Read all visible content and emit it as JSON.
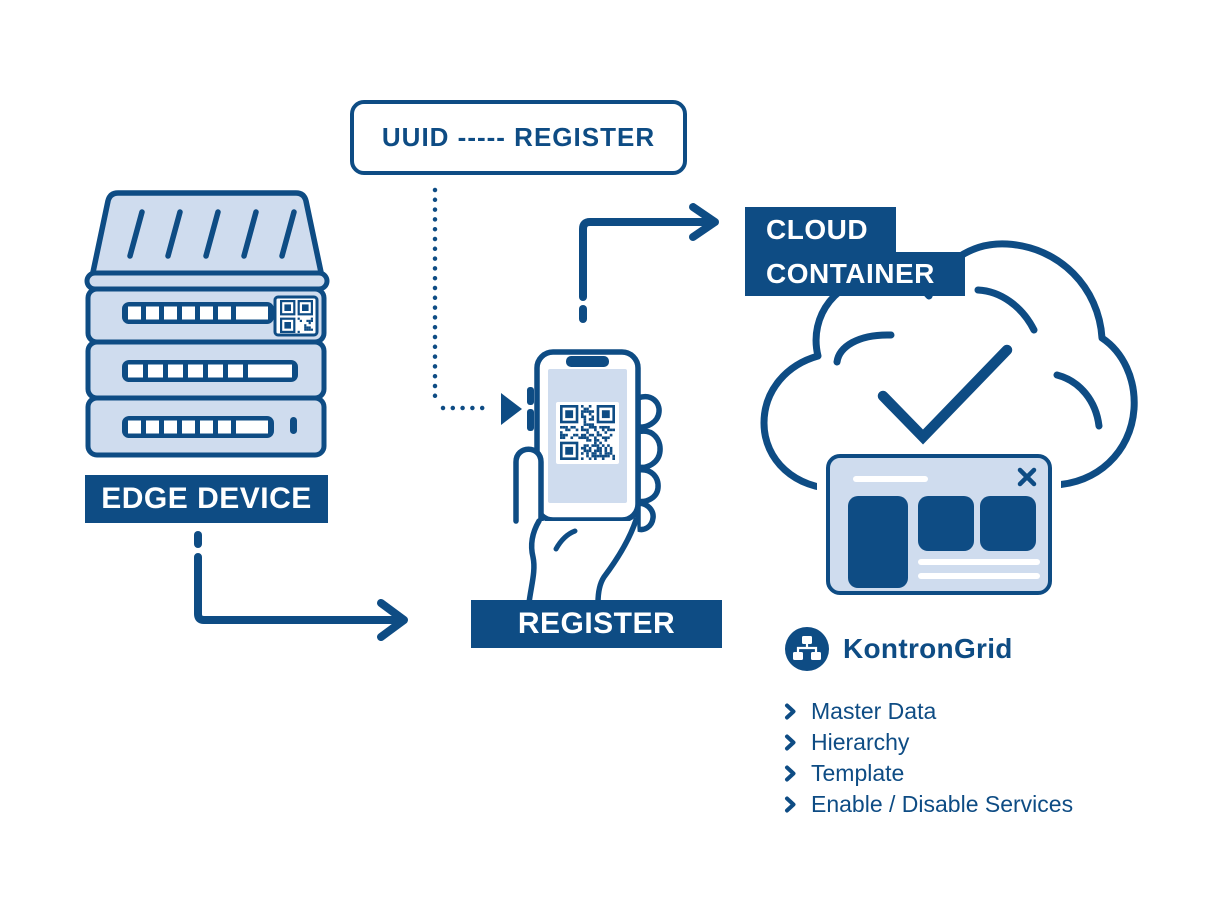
{
  "colors": {
    "primary_blue": "#0e4c84",
    "light_blue_fill": "#cfdcee",
    "white": "#ffffff"
  },
  "uuid_box": {
    "label": "UUID ----- REGISTER"
  },
  "edge_device": {
    "label": "EDGE DEVICE"
  },
  "register": {
    "label": "REGISTER"
  },
  "cloud_container": {
    "line1": "CLOUD",
    "line2": "CONTAINER"
  },
  "brand": {
    "name": "KontronGrid"
  },
  "features": {
    "items": [
      {
        "label": "Master Data"
      },
      {
        "label": "Hierarchy"
      },
      {
        "label": "Template"
      },
      {
        "label": "Enable / Disable Services"
      }
    ]
  },
  "icons": {
    "close_icon": "✕",
    "checkmark_icon": "✓",
    "chevron_bullet_icon": "❯",
    "network_hierarchy_icon": "org-chart",
    "qr_code_icon": "qr-code"
  }
}
